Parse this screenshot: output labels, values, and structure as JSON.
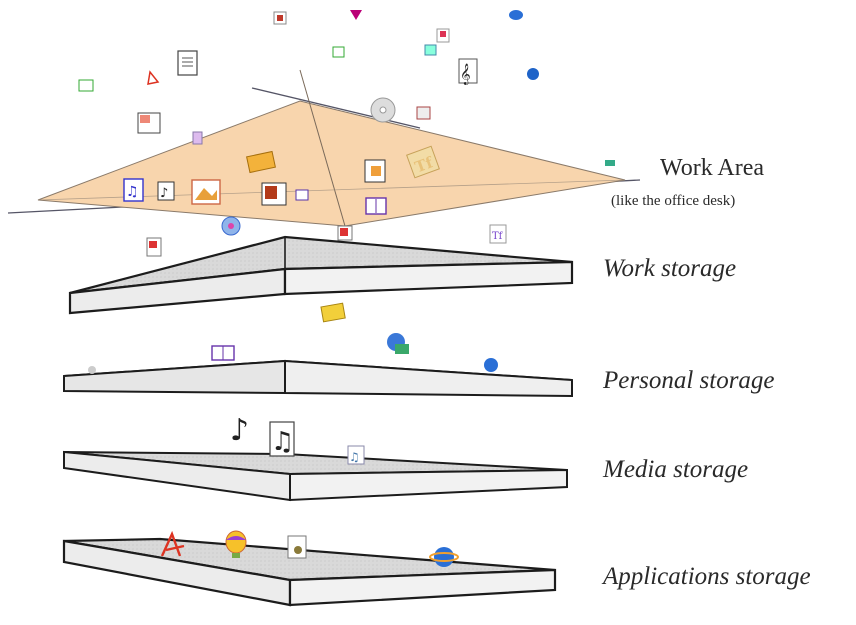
{
  "labels": {
    "work_area_title": "Work Area",
    "work_area_subtitle": "(like the office desk)",
    "work_storage": "Work storage",
    "personal_storage": "Personal storage",
    "media_storage": "Media storage",
    "applications_storage": "Applications storage"
  },
  "colors": {
    "work_area_fill": "#f8d5ad",
    "shelf_top": "#dedede",
    "shelf_side": "#eeeeee",
    "outline": "#1c1c1c"
  },
  "icons": [
    "pdf-icon",
    "document-icon",
    "music-note-icon",
    "ie-browser-icon",
    "folder-icon",
    "cd-icon",
    "photo-icon",
    "font-icon",
    "book-icon",
    "hot-air-balloon-icon",
    "globe-icon",
    "mail-icon",
    "text-file-icon"
  ]
}
